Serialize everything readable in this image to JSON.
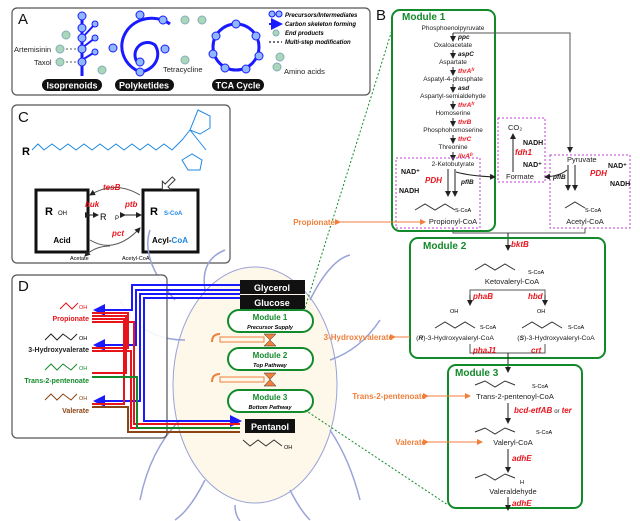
{
  "panels": {
    "a": {
      "label": "A",
      "categories": [
        "Isoprenoids",
        "Polyketides",
        "TCA Cycle"
      ],
      "products": [
        "Artemisinin",
        "Taxol",
        "Tetracycline",
        "Amino acids"
      ],
      "legend": [
        "Precursors/Intermediates",
        "Carbon skeleton forming",
        "End products",
        "Multi-step modification"
      ]
    },
    "b": {
      "label": "B",
      "module1": {
        "title": "Module 1",
        "metabolites": [
          "Phosphoenolpyruvate",
          "Oxaloacetate",
          "Aspartate",
          "Aspatyl-4-phosphate",
          "Aspartyl-semialdehyde",
          "Homoserine",
          "Phosphohomoserine",
          "Threonine",
          "2-Ketobutyrate"
        ],
        "genes": [
          "ppc",
          "aspC",
          "thrA",
          "asd",
          "thrA",
          "thrB",
          "thrC",
          "ilvA"
        ],
        "superscript": "fr",
        "propionyl": "Propionyl-CoA",
        "scoa": "S-CoA",
        "nad": "NAD⁺",
        "nadh": "NADH",
        "pdh": "PDH",
        "pflb": "pflB"
      },
      "formate": {
        "co2": "CO₂",
        "nadh": "NADH",
        "gene": "fdh1",
        "nad": "NAD⁺",
        "label": "Formate"
      },
      "pyruvate": {
        "label": "Pyruvate",
        "nad": "NAD⁺",
        "pdh": "PDH",
        "nadh": "NADH",
        "pflb": "pflB",
        "product": "Acetyl-CoA",
        "scoa": "S-CoA"
      },
      "module2": {
        "title": "Module 2",
        "entry_gene": "bktB",
        "keto": "Ketovaleryl-CoA",
        "left_gene": "phaB",
        "right_gene": "hbd",
        "r_prefix": "(",
        "r": "R",
        "r_label": ")-3-Hydroxyvaleryl-CoA",
        "s": "S",
        "s_label": ")-3-Hydroxyvaleryl-CoA",
        "bottom_left_gene": "phaJ1",
        "bottom_right_gene": "crt",
        "scoa": "S-CoA",
        "oh": "OH",
        "o": "O"
      },
      "module3": {
        "title": "Module 3",
        "pentenoyl": "Trans-2-pentenoyl-CoA",
        "gene1": "bcd-etfAB",
        "or": "or",
        "gene2": "ter",
        "valeryl": "Valeryl-CoA",
        "gene3": "adhE",
        "aldehyde": "Valeraldehyde",
        "aldehyde_h": "H",
        "gene4": "adhE",
        "scoa": "S-CoA"
      },
      "byproducts": [
        "Propionate",
        "3-Hydroxyvalerate",
        "Trans-2-pentenoate",
        "Valerate"
      ]
    },
    "c": {
      "label": "C",
      "acid": "Acid",
      "acyl": "Acyl-",
      "coa": "CoA",
      "genes": {
        "tesB": "tesB",
        "buk": "buk",
        "ptb": "ptb",
        "pct": "pct"
      },
      "acetate": "Acetate",
      "acetylcoa": "Acetyl-CoA",
      "r": "R",
      "oh": "OH",
      "p": "P",
      "scoa": "S-CoA"
    },
    "d": {
      "label": "D",
      "products": [
        {
          "name": "Propionate",
          "color": "#e8141c"
        },
        {
          "name": "3-Hydroxyvalerate",
          "color": "#222222"
        },
        {
          "name": "Trans-2-pentenoate",
          "color": "#138a2a"
        },
        {
          "name": "Valerate",
          "color": "#8b4513"
        }
      ],
      "oh": "OH",
      "substrates": [
        "Glycerol",
        "Glucose"
      ],
      "modules": [
        {
          "title": "Module 1",
          "subtitle": "Precursor Supply"
        },
        {
          "title": "Module 2",
          "subtitle": "Top Pathway"
        },
        {
          "title": "Module 3",
          "subtitle": "Bottom Pathway"
        }
      ],
      "product": "Pentanol",
      "product_oh": "OH"
    }
  },
  "colors": {
    "module": "#138a2a",
    "gene": "#e8141c",
    "byproduct": "#f07f3c",
    "flux_blue": "#1a1aff",
    "coa": "#1e88e5",
    "dashed_box": "#c040d0"
  }
}
